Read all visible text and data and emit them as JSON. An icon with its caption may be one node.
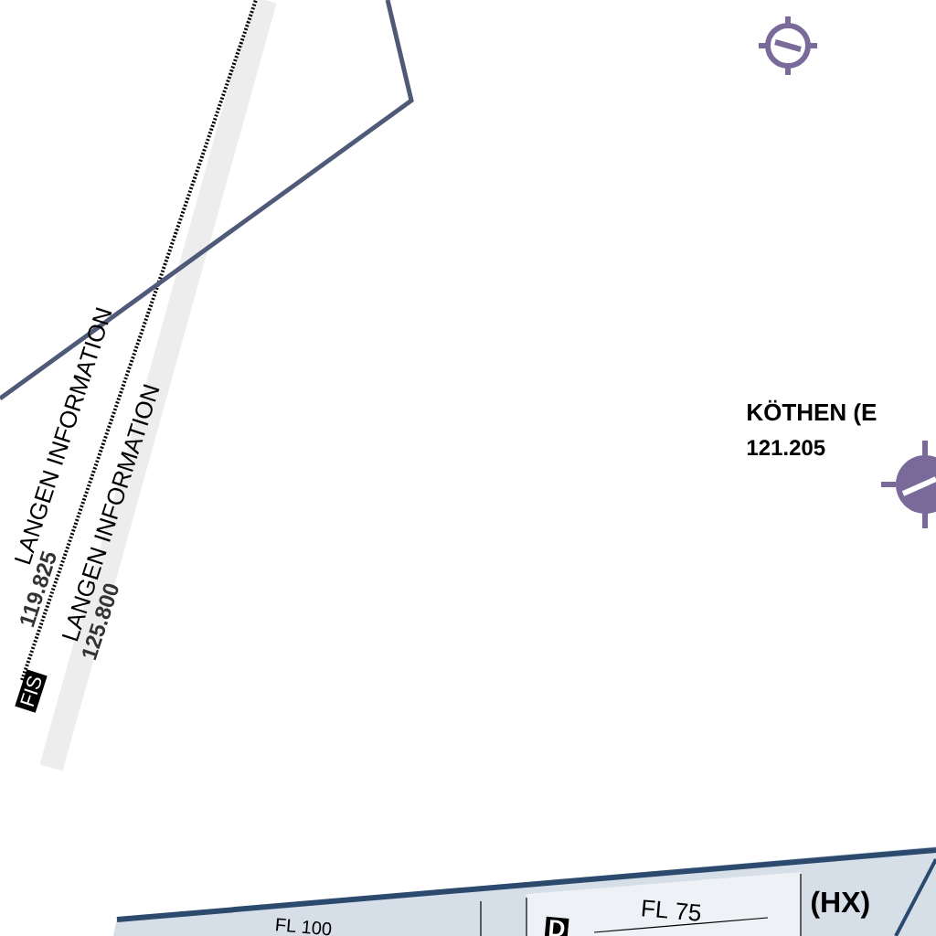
{
  "diagram": {
    "labels": [
      "LANGEN INFORMATION",
      "119.825",
      "FIS",
      "LANGEN INFORMATION",
      "125.800",
      "KÖTHEN (E",
      "121.205",
      "FL 100",
      "D",
      "FL 75",
      "(HX)"
    ]
  }
}
